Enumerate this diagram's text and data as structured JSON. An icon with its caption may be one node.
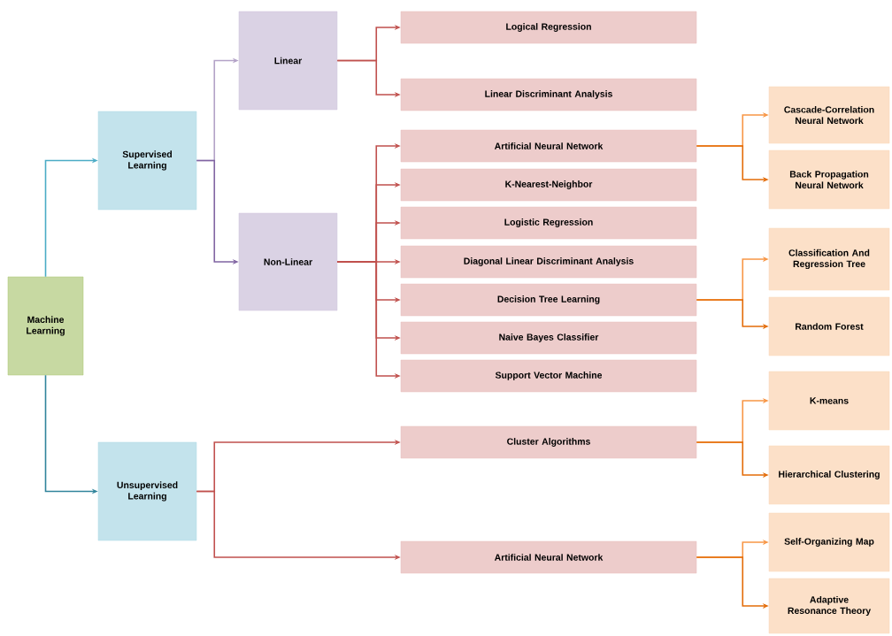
{
  "diagram": {
    "nodes": [
      {
        "text": [
          "Machine Learning"
        ]
      },
      {
        "text": [
          "Supervised Learning"
        ]
      },
      {
        "text": [
          "Unsupervised Learning"
        ]
      },
      {
        "text": [
          "Linear"
        ]
      },
      {
        "text": [
          "Non-Linear"
        ]
      },
      {
        "text": [
          "Logical Regression"
        ]
      },
      {
        "text": [
          "Linear Discriminant Analysis"
        ]
      },
      {
        "text": [
          "Artificial Neural Network"
        ]
      },
      {
        "text": [
          "K-Nearest-Neighbor"
        ]
      },
      {
        "text": [
          "Logistic Regression"
        ]
      },
      {
        "text": [
          "Diagonal Linear Discriminant Analysis"
        ]
      },
      {
        "text": [
          "Decision Tree Learning"
        ]
      },
      {
        "text": [
          "Naive Bayes Classifier"
        ]
      },
      {
        "text": [
          "Support Vector Machine"
        ]
      },
      {
        "text": [
          "Cluster Algorithms"
        ]
      },
      {
        "text": [
          "Artificial Neural Network"
        ]
      },
      {
        "text": [
          "Cascade-Correlation Neural Network"
        ]
      },
      {
        "text": [
          "Back Propagation Neural Network"
        ]
      },
      {
        "text": [
          "Classification And Regression Tree"
        ]
      },
      {
        "text": [
          "Random Forest"
        ]
      },
      {
        "text": [
          "K-means"
        ]
      },
      {
        "text": [
          "Hierarchical Clustering"
        ]
      },
      {
        "text": [
          "Self-Organizing Map"
        ]
      },
      {
        "text": [
          "Adaptive Resonance Theory"
        ]
      }
    ],
    "edges": [
      {
        "from": 0,
        "to": 1,
        "arrow": "to",
        "color": "#4bacc6"
      },
      {
        "from": 0,
        "to": 2,
        "arrow": "to",
        "color": "#31849b"
      },
      {
        "from": 1,
        "to": 3,
        "arrow": "to",
        "color": "#b3a2c7"
      },
      {
        "from": 1,
        "to": 4,
        "arrow": "to",
        "color": "#8064a2"
      },
      {
        "from": 3,
        "to": 5,
        "arrow": "to"
      },
      {
        "from": 3,
        "to": 6,
        "arrow": "to"
      },
      {
        "from": 4,
        "to": 7,
        "arrow": "to"
      },
      {
        "from": 4,
        "to": 8,
        "arrow": "to"
      },
      {
        "from": 4,
        "to": 9,
        "arrow": "to"
      },
      {
        "from": 4,
        "to": 10,
        "arrow": "to"
      },
      {
        "from": 4,
        "to": 11,
        "arrow": "to"
      },
      {
        "from": 4,
        "to": 12,
        "arrow": "to"
      },
      {
        "from": 4,
        "to": 13,
        "arrow": "to"
      },
      {
        "from": 2,
        "to": 14,
        "arrow": "to"
      },
      {
        "from": 2,
        "to": 15,
        "arrow": "to"
      },
      {
        "from": 7,
        "to": 16,
        "arrow": "to",
        "color": "#f79646"
      },
      {
        "from": 7,
        "to": 17,
        "arrow": "to",
        "color": "#e36c09"
      },
      {
        "from": 11,
        "to": 18,
        "arrow": "to",
        "color": "#f79646"
      },
      {
        "from": 11,
        "to": 19,
        "arrow": "to",
        "color": "#e36c09"
      },
      {
        "from": 14,
        "to": 20,
        "arrow": "to",
        "color": "#f79646"
      },
      {
        "from": 14,
        "to": 21,
        "arrow": "to",
        "color": "#e36c09"
      },
      {
        "from": 15,
        "to": 22,
        "arrow": "to",
        "color": "#f79646"
      },
      {
        "from": 15,
        "to": 23,
        "arrow": "to",
        "color": "#e36c09"
      }
    ]
  }
}
